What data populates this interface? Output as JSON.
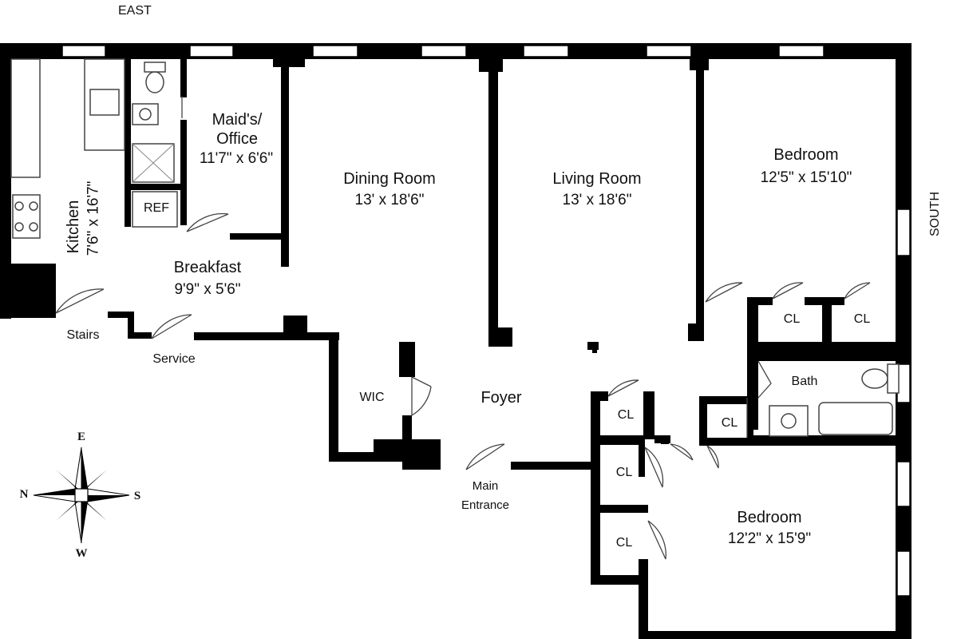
{
  "orientation": {
    "top": "EAST",
    "right": "SOUTH"
  },
  "rooms": {
    "kitchen": {
      "name": "Kitchen",
      "dims": "7'6\" x 16'7\""
    },
    "maids_office": {
      "name_line1": "Maid's/",
      "name_line2": "Office",
      "dims": "11'7\" x 6'6\""
    },
    "dining_room": {
      "name": "Dining Room",
      "dims": "13' x 18'6\""
    },
    "living_room": {
      "name": "Living Room",
      "dims": "13' x 18'6\""
    },
    "bedroom_1": {
      "name": "Bedroom",
      "dims": "12'5\" x 15'10\""
    },
    "breakfast": {
      "name": "Breakfast",
      "dims": "9'9\" x 5'6\""
    },
    "foyer": {
      "name": "Foyer"
    },
    "wic": {
      "name": "WIC"
    },
    "bath": {
      "name": "Bath"
    },
    "bedroom_2": {
      "name": "Bedroom",
      "dims": "12'2\" x 15'9\""
    }
  },
  "fixtures": {
    "ref": "REF",
    "closet": "CL"
  },
  "entrances": {
    "stairs": "Stairs",
    "service": "Service",
    "main_line1": "Main",
    "main_line2": "Entrance"
  },
  "compass": {
    "north": "N",
    "east": "E",
    "south": "S",
    "west": "W"
  }
}
